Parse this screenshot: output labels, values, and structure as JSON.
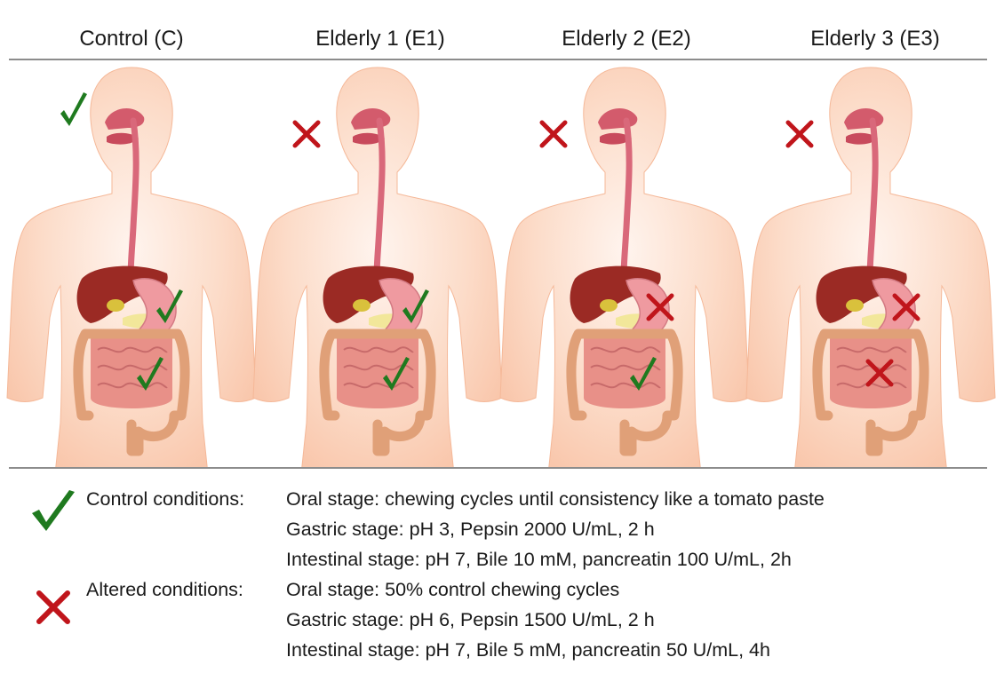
{
  "columns": [
    {
      "title": "Control (C)",
      "oral": "check",
      "gastric": "check",
      "intestinal": "check"
    },
    {
      "title": "Elderly 1 (E1)",
      "oral": "cross",
      "gastric": "check",
      "intestinal": "check"
    },
    {
      "title": "Elderly 2 (E2)",
      "oral": "cross",
      "gastric": "cross",
      "intestinal": "check"
    },
    {
      "title": "Elderly 3 (E3)",
      "oral": "cross",
      "gastric": "cross",
      "intestinal": "cross"
    }
  ],
  "colors": {
    "check": "#1f7a1f",
    "cross": "#c0151b",
    "skin": "#fbd2bb",
    "skin_glow": "#fff2ea",
    "tract": "#d9687a",
    "liver": "#9b2a24",
    "intestine": "#e89088",
    "colon": "#e0a078"
  },
  "legend": {
    "control": {
      "label": "Control conditions:",
      "icon": "check-icon",
      "lines": [
        "Oral stage: chewing cycles until consistency like a tomato paste",
        "Gastric stage: pH 3, Pepsin 2000 U/mL, 2 h",
        "Intestinal stage: pH 7, Bile 10 mM, pancreatin 100 U/mL, 2h"
      ]
    },
    "altered": {
      "label": "Altered conditions:",
      "icon": "cross-icon",
      "lines": [
        "Oral stage: 50% control chewing cycles",
        "Gastric stage: pH 6, Pepsin 1500 U/mL, 2 h",
        "Intestinal stage: pH 7, Bile 5 mM, pancreatin 50 U/mL, 4h"
      ]
    }
  }
}
